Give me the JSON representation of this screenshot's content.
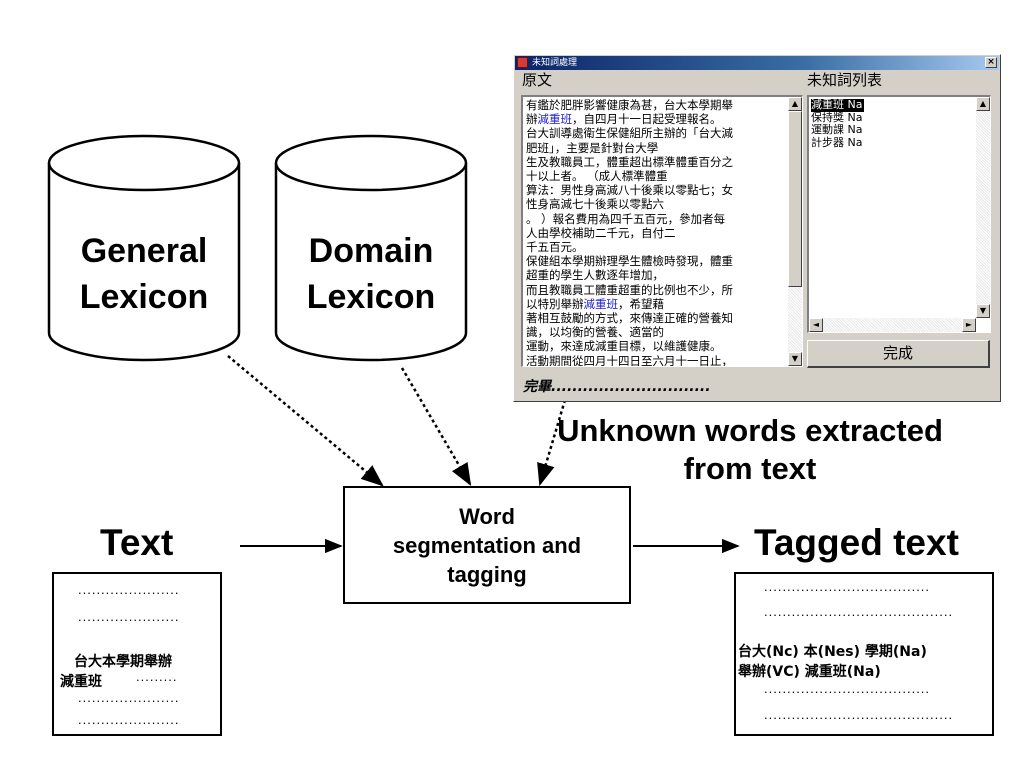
{
  "cylinders": {
    "general": {
      "line1": "General",
      "line2": "Lexicon"
    },
    "domain": {
      "line1": "Domain",
      "line2": "Lexicon"
    }
  },
  "dialog": {
    "title": "未知詞處理",
    "close_glyph": "×",
    "text_pane_label": "原文",
    "list_pane_label": "未知詞列表",
    "text_lines": [
      [
        {
          "t": "有鑑於肥胖影響健康為甚，台大本學期舉"
        }
      ],
      [
        {
          "t": "辦"
        },
        {
          "t": "減重班",
          "hl": true
        },
        {
          "t": "，自四月十一日起受理報名。"
        }
      ],
      [
        {
          "t": "台大訓導處衛生保健組所主辦的「台大減"
        }
      ],
      [
        {
          "t": "肥班」，主要是針對台大學"
        }
      ],
      [
        {
          "t": "生及教職員工，體重超出標準體重百分之"
        }
      ],
      [
        {
          "t": "十以上者。  （成人標準體重"
        }
      ],
      [
        {
          "t": "算法：男性身高減八十後乘以零點七；女"
        }
      ],
      [
        {
          "t": "性身高減七十後乘以零點六"
        }
      ],
      [
        {
          "t": "。  ）報名費用為四千五百元，參加者每"
        }
      ],
      [
        {
          "t": "人由學校補助二千元，自付二"
        }
      ],
      [
        {
          "t": "千五百元。"
        }
      ],
      [
        {
          "t": "保健組本學期辦理學生體檢時發現，體重"
        }
      ],
      [
        {
          "t": "超重的學生人數逐年增加，"
        }
      ],
      [
        {
          "t": "而且教職員工體重超重的比例也不少，所"
        }
      ],
      [
        {
          "t": "以特別舉辦"
        },
        {
          "t": "減重班",
          "hl": true
        },
        {
          "t": "，希望藉"
        }
      ],
      [
        {
          "t": "著相互鼓勵的方式，來傳達正確的營養知"
        }
      ],
      [
        {
          "t": "識，以均衡的營養、適當的"
        }
      ],
      [
        {
          "t": "運動，來達成減重目標，以維護健康。"
        }
      ],
      [
        {
          "t": "活動期間從四月十四日至六月十一日止，"
        }
      ]
    ],
    "unknown_words": [
      {
        "word": "減重班",
        "tag": "Na",
        "selected": true
      },
      {
        "word": "保持獎",
        "tag": "Na",
        "selected": false
      },
      {
        "word": "運動課",
        "tag": "Na",
        "selected": false
      },
      {
        "word": "計步器",
        "tag": "Na",
        "selected": false
      }
    ],
    "scroll_up_glyph": "▲",
    "scroll_down_glyph": "▼",
    "scroll_left_glyph": "◄",
    "scroll_right_glyph": "►",
    "done_button": "完成",
    "status_text": "完畢.............................."
  },
  "caption": {
    "line1": "Unknown words extracted",
    "line2": "from text"
  },
  "text_title": "Text",
  "tagged_title": "Tagged text",
  "segmentation_box": {
    "line1": "Word",
    "line2": "segmentation and",
    "line3": "tagging"
  },
  "text_doc": {
    "dots1": "......................",
    "dots2": "......................",
    "cjk_line1": "台大本學期舉辦",
    "cjk_line2": "減重班",
    "dots_inline": ".........",
    "dots3": "......................",
    "dots4": "......................"
  },
  "tagged_doc": {
    "dots1": "....................................",
    "dots2": ".........................................",
    "tagged_line1": "台大(Nc)   本(Nes)   學期(Na)",
    "tagged_line2": "舉辦(VC)   減重班(Na)",
    "dots3": "....................................",
    "dots4": "........................................."
  }
}
